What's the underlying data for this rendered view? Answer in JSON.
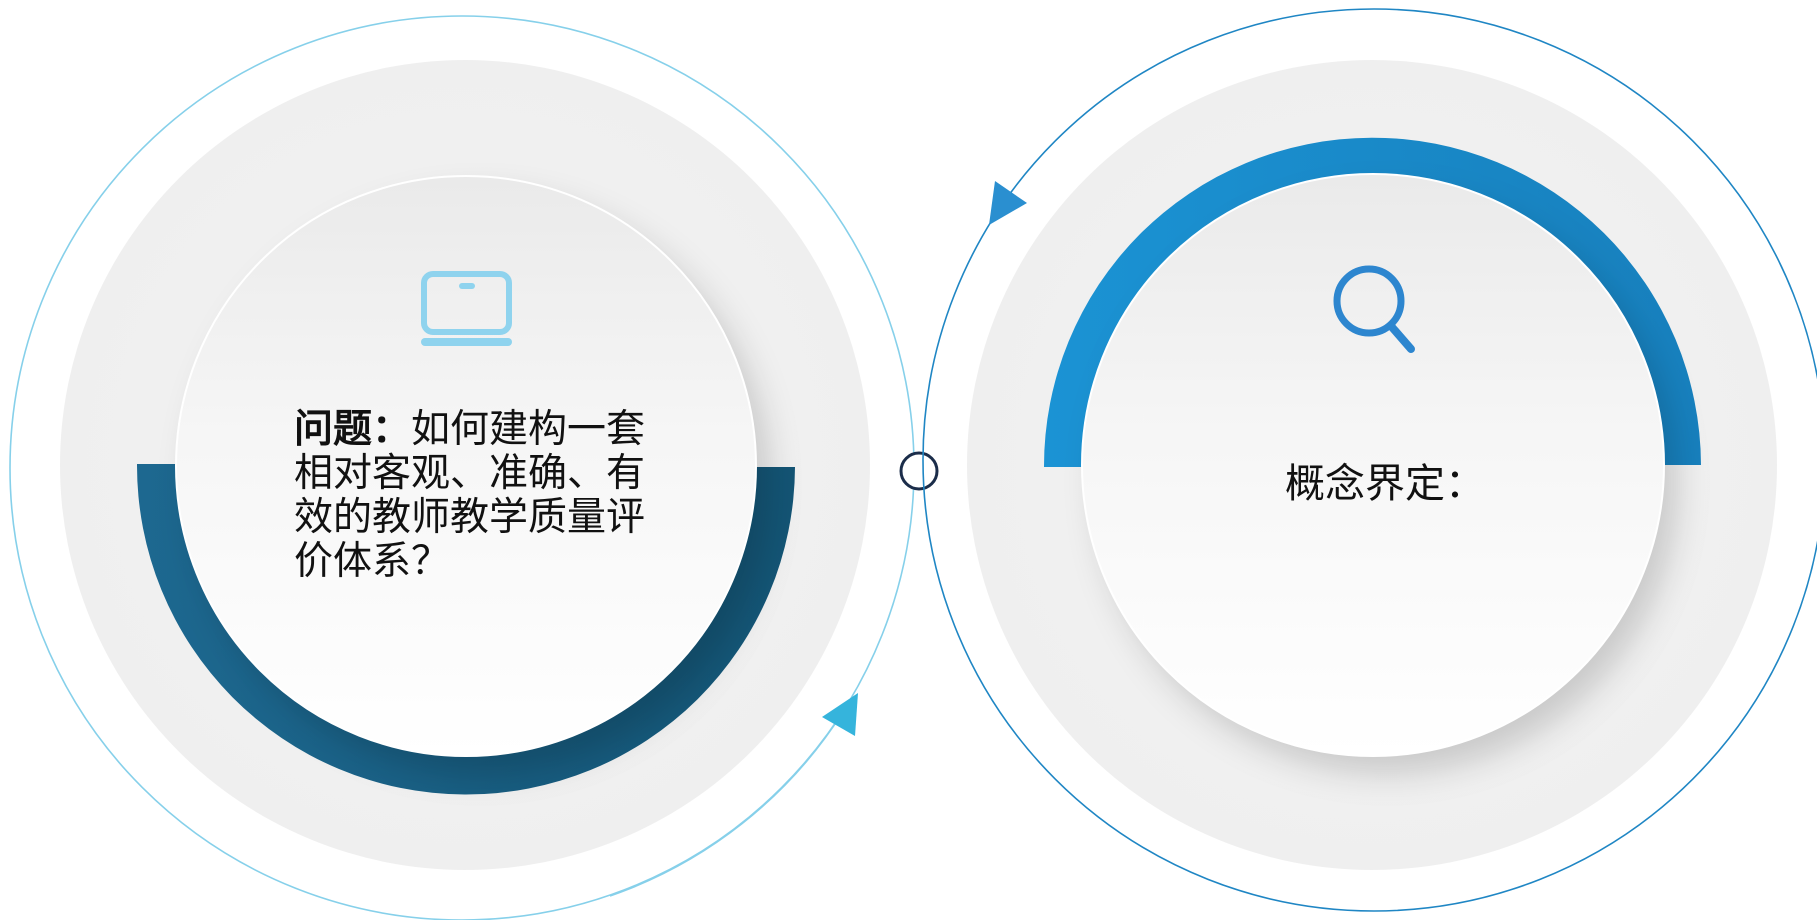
{
  "left_node": {
    "question_label": "问题",
    "question_colon": "：",
    "question_text": "如何建构一套相对客观、准确、有效的教师教学质量评价体系？",
    "icon": "laptop-icon"
  },
  "right_node": {
    "label": "概念界定：",
    "icon": "search-icon"
  },
  "colors": {
    "left_ring_outline": "#7fcde8",
    "right_ring_outline": "#1f86c4",
    "left_arc": "#175f84",
    "right_arc": "#1690d2",
    "arrow_left": "#35b4dc",
    "arrow_right": "#2a8fd0",
    "icon_left": "#8fd3ee",
    "icon_right": "#2d86cf",
    "disc_bg": "#f1f1f1",
    "connector_dot": "#1b2d4a"
  }
}
